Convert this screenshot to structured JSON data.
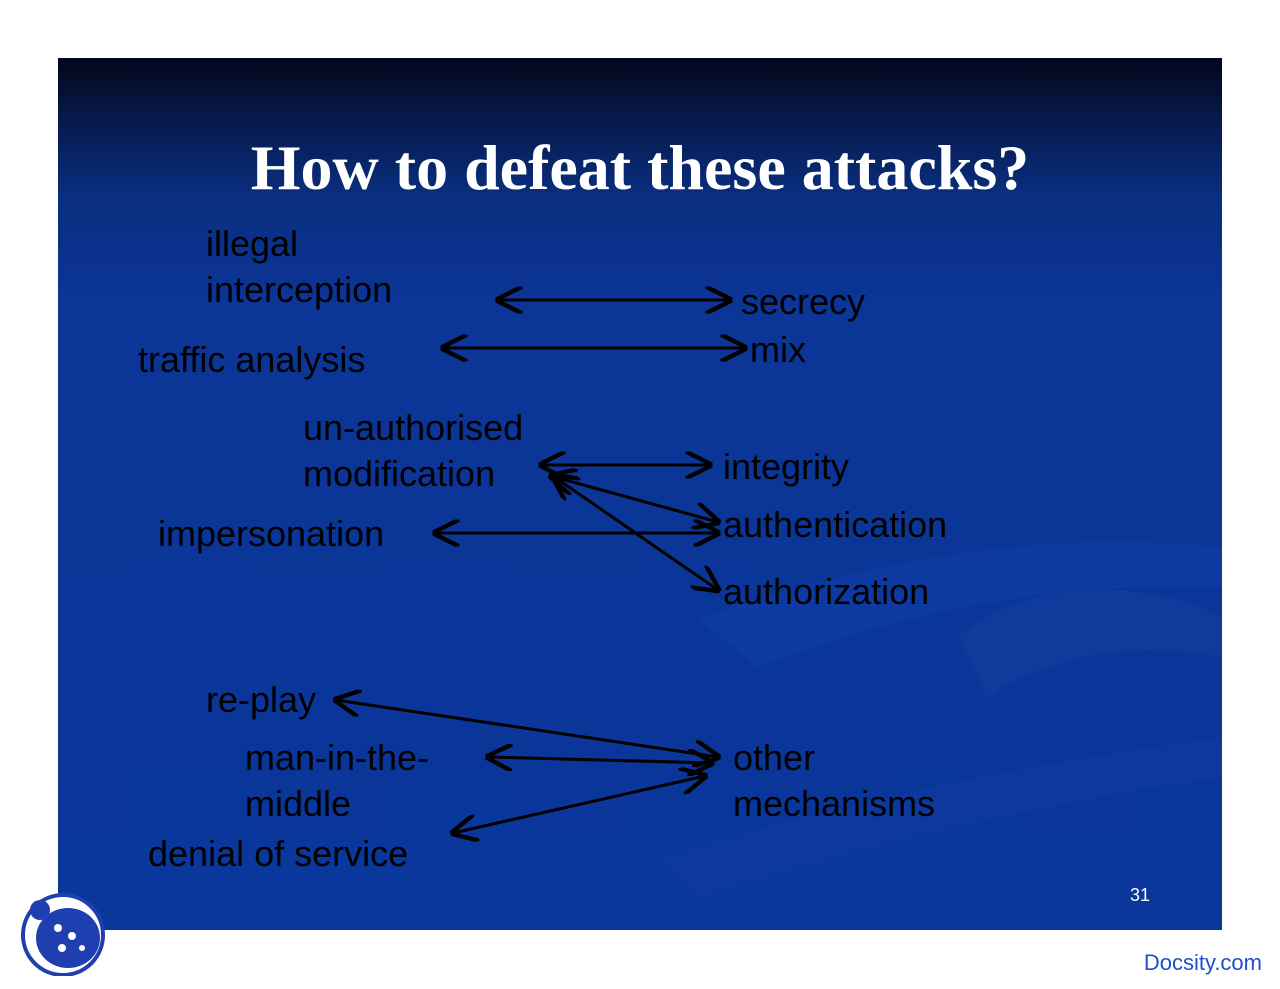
{
  "slide": {
    "title": "How to defeat these attacks?",
    "page_number": "31",
    "attacks": {
      "illegal_interception": [
        "illegal",
        "interception"
      ],
      "traffic_analysis": "traffic analysis",
      "unauthorised_modification": [
        "un-authorised",
        "modification"
      ],
      "impersonation": "impersonation",
      "replay": "re-play",
      "man_in_the_middle": [
        "man-in-the-",
        "middle"
      ],
      "denial_of_service": "denial of service"
    },
    "defenses": {
      "secrecy": "secrecy",
      "mix": "mix",
      "integrity": "integrity",
      "authentication": "authentication",
      "authorization": "authorization",
      "other_mechanisms": [
        "other",
        "mechanisms"
      ]
    }
  },
  "footer": {
    "brand": "Docsity.com",
    "logo_icon": "docsity-bear-logo-icon"
  },
  "colors": {
    "slide_background": "#0a379c",
    "title": "#ffffff",
    "label": "#000000",
    "brand": "#1f4fd1"
  }
}
